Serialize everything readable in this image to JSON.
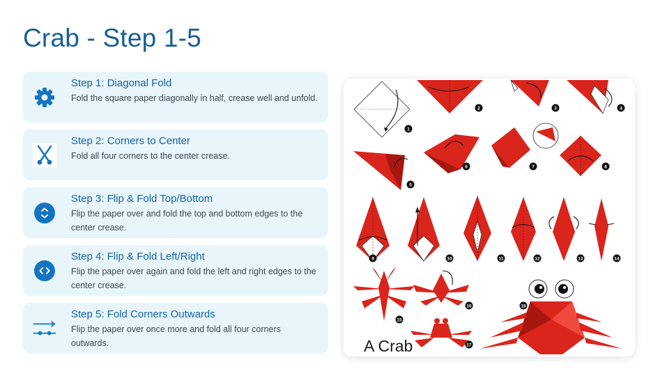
{
  "page": {
    "title": "Crab - Step 1-5"
  },
  "steps": [
    {
      "title": "Step 1: Diagonal Fold",
      "description": "Fold the square paper diagonally in half, crease well and unfold.",
      "icon": "gear-icon"
    },
    {
      "title": "Step 2: Corners to Center",
      "description": "Fold all four corners to the center crease.",
      "icon": "hockey-sticks-icon"
    },
    {
      "title": "Step 3: Flip & Fold Top/Bottom",
      "description": "Flip the paper over and fold the top and bottom edges to the center crease.",
      "icon": "vertical-arrows-icon",
      "glyph": "⌃⌄"
    },
    {
      "title": "Step 4: Flip & Fold Left/Right",
      "description": "Flip the paper over again and fold the left and right edges to the center crease.",
      "icon": "horizontal-arrows-icon",
      "glyph": "‹›"
    },
    {
      "title": "Step 5: Fold Corners Outwards",
      "description": "Flip the paper over once more and fold all four corners outwards.",
      "icon": "arrow-connector-icon"
    }
  ],
  "diagram": {
    "caption": "A Crab",
    "step_numbers": [
      "1",
      "2",
      "3",
      "4",
      "5",
      "6",
      "7",
      "8",
      "9",
      "10",
      "11",
      "12",
      "13",
      "14",
      "15",
      "16",
      "17",
      "18"
    ]
  },
  "colors": {
    "title": "#1a5e97",
    "step_title": "#1462a8",
    "card_bg": "#e8f6fb",
    "icon_blue": "#1574c2",
    "paper_red": "#d9251c",
    "paper_dark": "#a8170f"
  }
}
